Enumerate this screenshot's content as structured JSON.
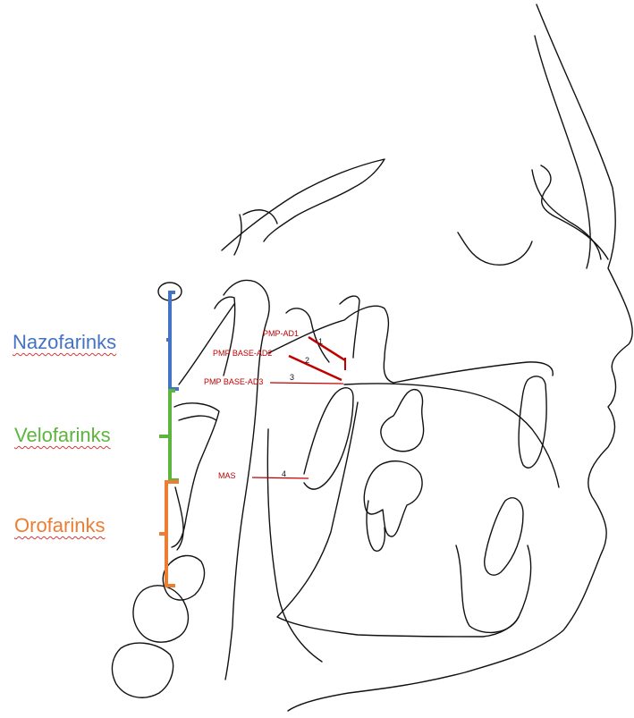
{
  "regions": {
    "nasopharynx": {
      "label": "Nazofarinks",
      "color": "#4472C4"
    },
    "velopharynx": {
      "label": "Velofarinks",
      "color": "#5DB53D"
    },
    "oropharynx": {
      "label": "Orofarinks",
      "color": "#ED7D31"
    }
  },
  "measurements": {
    "color": "#C00000",
    "pmp_ad1": {
      "label": "PMP-AD1",
      "number": "1"
    },
    "pmp_base_ad2": {
      "label": "PMP BASE-AD2",
      "number": "2"
    },
    "pmp_base_ad3": {
      "label": "PMP BASE-AD3",
      "number": "3"
    },
    "mas": {
      "label": "MAS",
      "number": "4"
    }
  }
}
